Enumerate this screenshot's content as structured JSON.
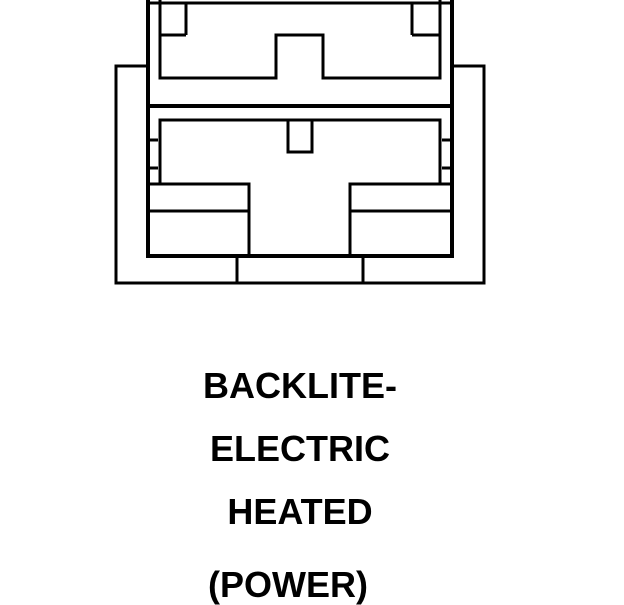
{
  "connector": {
    "stroke_color": "#000000",
    "background_color": "#ffffff"
  },
  "labels": {
    "line1": "BACKLITE-",
    "line2": "ELECTRIC",
    "line3": "HEATED",
    "line4": "(POWER)"
  }
}
